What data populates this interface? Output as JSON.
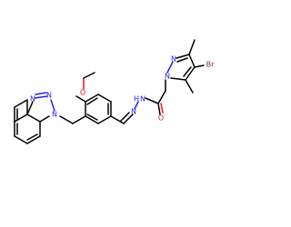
{
  "molecule": {
    "atom_labels": {
      "n_benzotriazole_1": "N",
      "n_benzotriazole_2": "N",
      "n_benzotriazole_3": "N",
      "o_methoxy": "O",
      "n_hydrazone_1": "N",
      "h_hydrazone": "H",
      "n_hydrazone_2": "N",
      "o_carbonyl": "O",
      "n_pyrazole_1": "N",
      "n_pyrazole_2": "N",
      "br_substituent": "Br"
    },
    "colors": {
      "carbon_bonds": "#000000",
      "nitrogen": "#2222ee",
      "oxygen": "#ee1111",
      "bromine": "#8b2a14",
      "background": "#ffffff"
    }
  }
}
